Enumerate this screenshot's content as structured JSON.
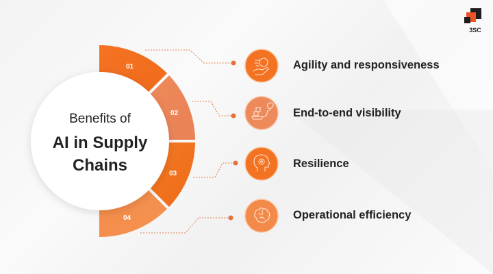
{
  "brand": {
    "logo_text": "3SC",
    "accent": "#f47322",
    "accent_light": "#ef8a58",
    "accent_mid": "#f38747"
  },
  "hub": {
    "subtitle": "Benefits of",
    "title_line1": "AI in Supply",
    "title_line2": "Chains"
  },
  "segments": [
    {
      "number": "01",
      "color": "#f47322",
      "icon": "hand-coin-speed-icon",
      "label": "Agility and responsiveness"
    },
    {
      "number": "02",
      "color": "#ee8a5a",
      "icon": "shipping-location-icon",
      "label": "End-to-end visibility"
    },
    {
      "number": "03",
      "color": "#f2741f",
      "icon": "head-brain-gear-icon",
      "label": "Resilience"
    },
    {
      "number": "04",
      "color": "#f48a49",
      "icon": "brain-efficiency-icon",
      "label": "Operational efficiency"
    }
  ]
}
